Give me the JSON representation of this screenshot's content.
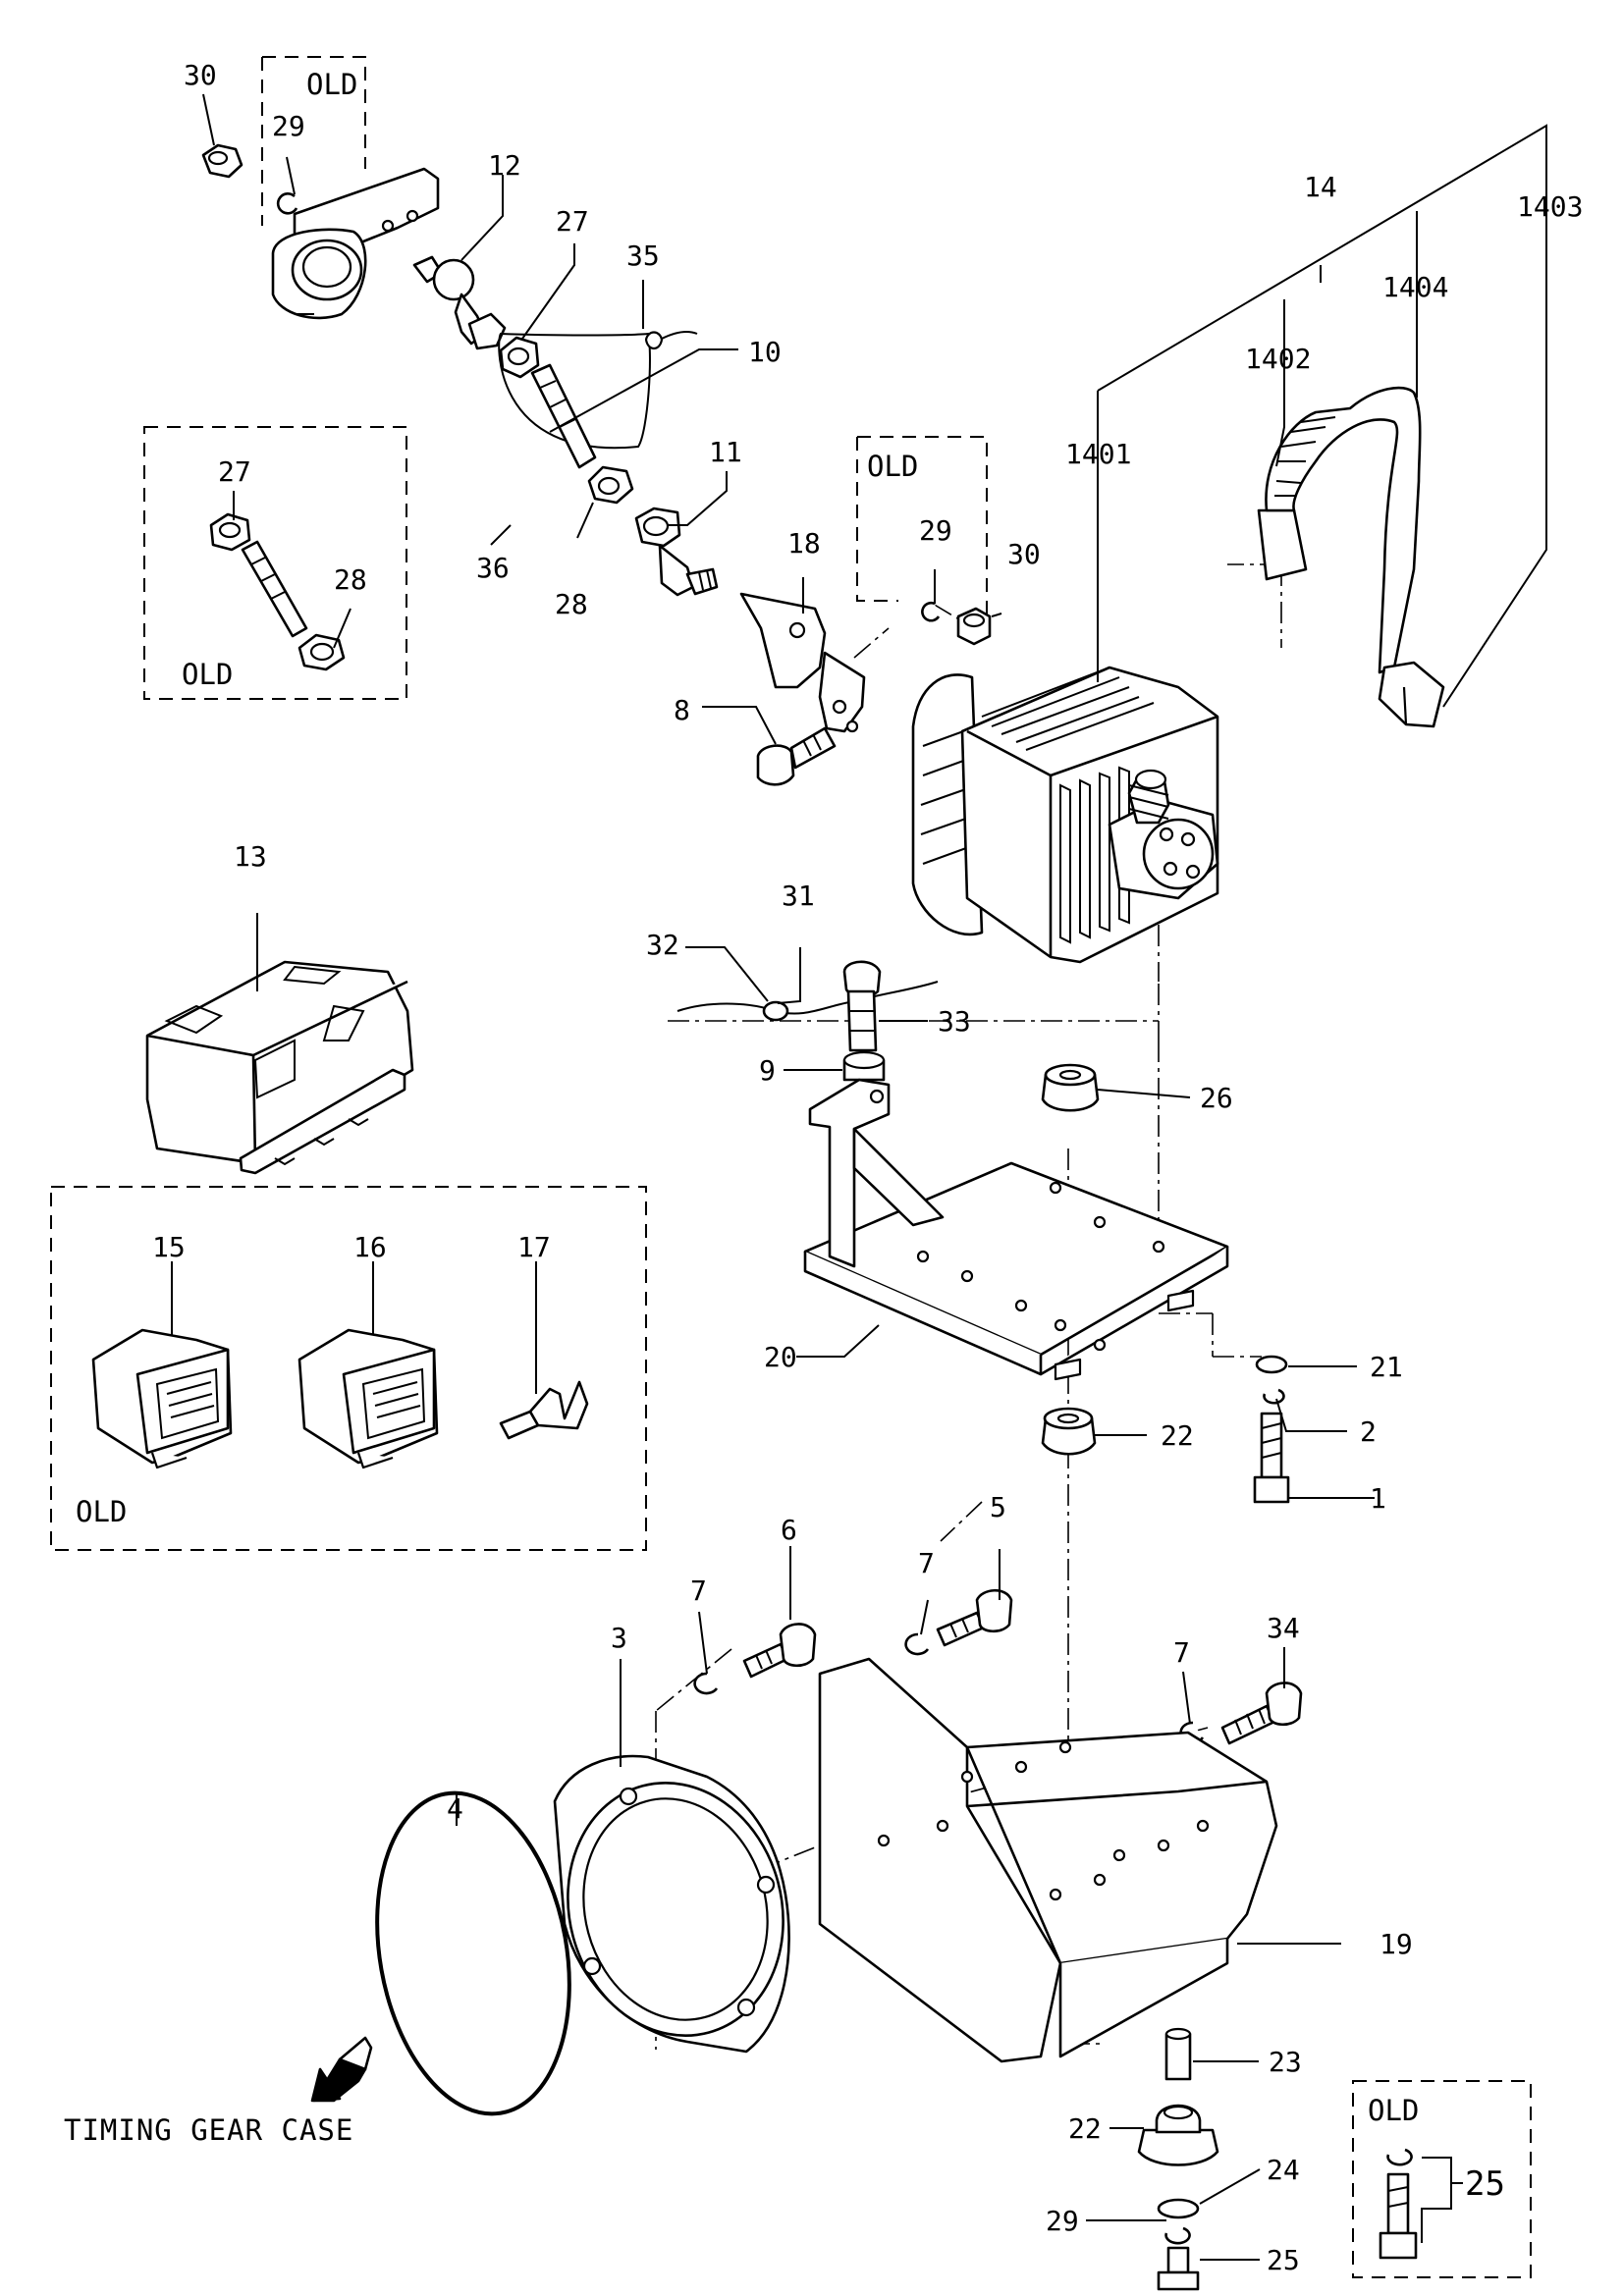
{
  "labels": {
    "p1": "1",
    "p2": "2",
    "p3": "3",
    "p4": "4",
    "p5": "5",
    "p6": "6",
    "p7a": "7",
    "p7b": "7",
    "p7c": "7",
    "p8": "8",
    "p9": "9",
    "p10": "10",
    "p11": "11",
    "p12": "12",
    "p13": "13",
    "p14": "14",
    "p15": "15",
    "p16": "16",
    "p17": "17",
    "p18": "18",
    "p19": "19",
    "p20": "20",
    "p21": "21",
    "p22a": "22",
    "p22b": "22",
    "p23": "23",
    "p24": "24",
    "p25a": "25",
    "p25b": "25",
    "p26": "26",
    "p27a": "27",
    "p27b": "27",
    "p28a": "28",
    "p28b": "28",
    "p29a": "29",
    "p29b": "29",
    "p29c": "29",
    "p30a": "30",
    "p30b": "30",
    "p31": "31",
    "p32": "32",
    "p33": "33",
    "p34": "34",
    "p35": "35",
    "p36": "36",
    "p1401": "1401",
    "p1402": "1402",
    "p1403": "1403",
    "p1404": "1404"
  },
  "boxes": {
    "old1": "OLD",
    "old2": "OLD",
    "old3": "OLD",
    "old4": "OLD",
    "old5": "OLD"
  },
  "caption": "TIMING GEAR CASE"
}
